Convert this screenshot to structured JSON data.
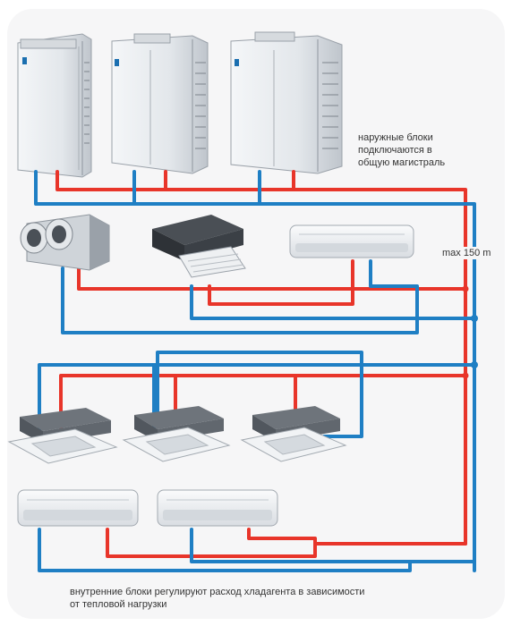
{
  "outdoor_note": {
    "lines": [
      "наружные блоки",
      "подключаются в",
      "общую магистраль"
    ]
  },
  "max_length_label": "max 150 m",
  "indoor_note": {
    "lines": [
      "внутренние блоки регулируют расход хладагента в зависимости",
      "от тепловой нагрузки"
    ]
  },
  "colors": {
    "hot_line": "#e8352a",
    "cold_line": "#1f7fc4",
    "unit_body": "#e9ecef",
    "unit_shade": "#c4c9cf",
    "logo": "#1b6fb0"
  }
}
